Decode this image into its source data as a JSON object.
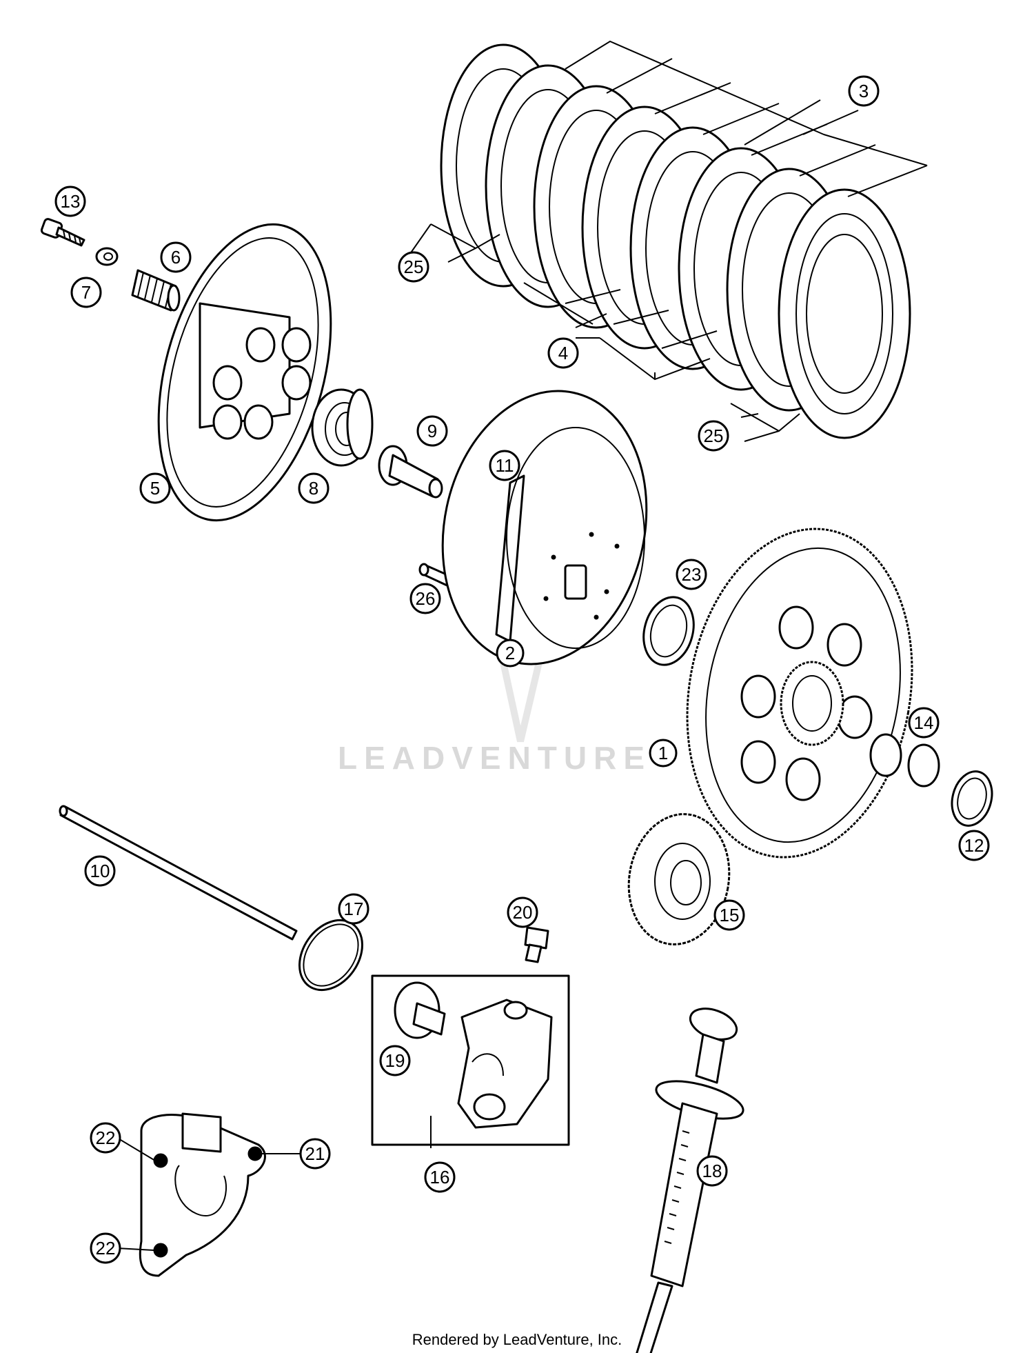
{
  "watermark": "LEADVENTURE",
  "footer": "Rendered by LeadVenture, Inc.",
  "callouts": [
    {
      "id": "1",
      "label": "1"
    },
    {
      "id": "2",
      "label": "2"
    },
    {
      "id": "3",
      "label": "3"
    },
    {
      "id": "4",
      "label": "4"
    },
    {
      "id": "5",
      "label": "5"
    },
    {
      "id": "6",
      "label": "6"
    },
    {
      "id": "7",
      "label": "7"
    },
    {
      "id": "8",
      "label": "8"
    },
    {
      "id": "9",
      "label": "9"
    },
    {
      "id": "10",
      "label": "10"
    },
    {
      "id": "11",
      "label": "11"
    },
    {
      "id": "12",
      "label": "12"
    },
    {
      "id": "13",
      "label": "13"
    },
    {
      "id": "14",
      "label": "14"
    },
    {
      "id": "15",
      "label": "15"
    },
    {
      "id": "16",
      "label": "16"
    },
    {
      "id": "17",
      "label": "17"
    },
    {
      "id": "18",
      "label": "18"
    },
    {
      "id": "19",
      "label": "19"
    },
    {
      "id": "20",
      "label": "20"
    },
    {
      "id": "21",
      "label": "21"
    },
    {
      "id": "22a",
      "label": "22"
    },
    {
      "id": "22b",
      "label": "22"
    },
    {
      "id": "23",
      "label": "23"
    },
    {
      "id": "25a",
      "label": "25"
    },
    {
      "id": "25b",
      "label": "25"
    },
    {
      "id": "26",
      "label": "26"
    }
  ]
}
